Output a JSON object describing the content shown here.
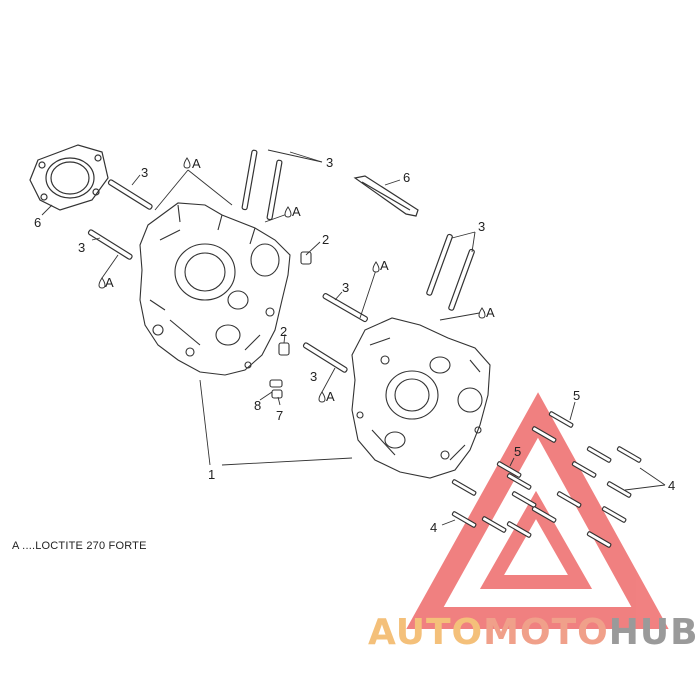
{
  "callouts": {
    "c6_left": "6",
    "c3_a": "3",
    "a_1": "A",
    "c3_top": "3",
    "c6_right": "6",
    "a_2": "A",
    "c2_a": "2",
    "c3_left": "3",
    "a_3": "A",
    "c3_right": "3",
    "a_4": "A",
    "c3_mid": "3",
    "a_5": "A",
    "c2_b": "2",
    "c3_low": "3",
    "a_6": "A",
    "c8": "8",
    "c7": "7",
    "c1": "1",
    "c5_top": "5",
    "c5_mid": "5",
    "c4_right": "4",
    "c4_left": "4"
  },
  "legend": "A ....LOCTITE 270 FORTE",
  "watermark": {
    "part1": "AUTO",
    "part2": "MOTO",
    "part3": "HUB",
    "color1": "#f4c07a",
    "color2": "#f0a08a",
    "color3": "#9a9a9a",
    "triangle_color": "#ee6b6b"
  }
}
